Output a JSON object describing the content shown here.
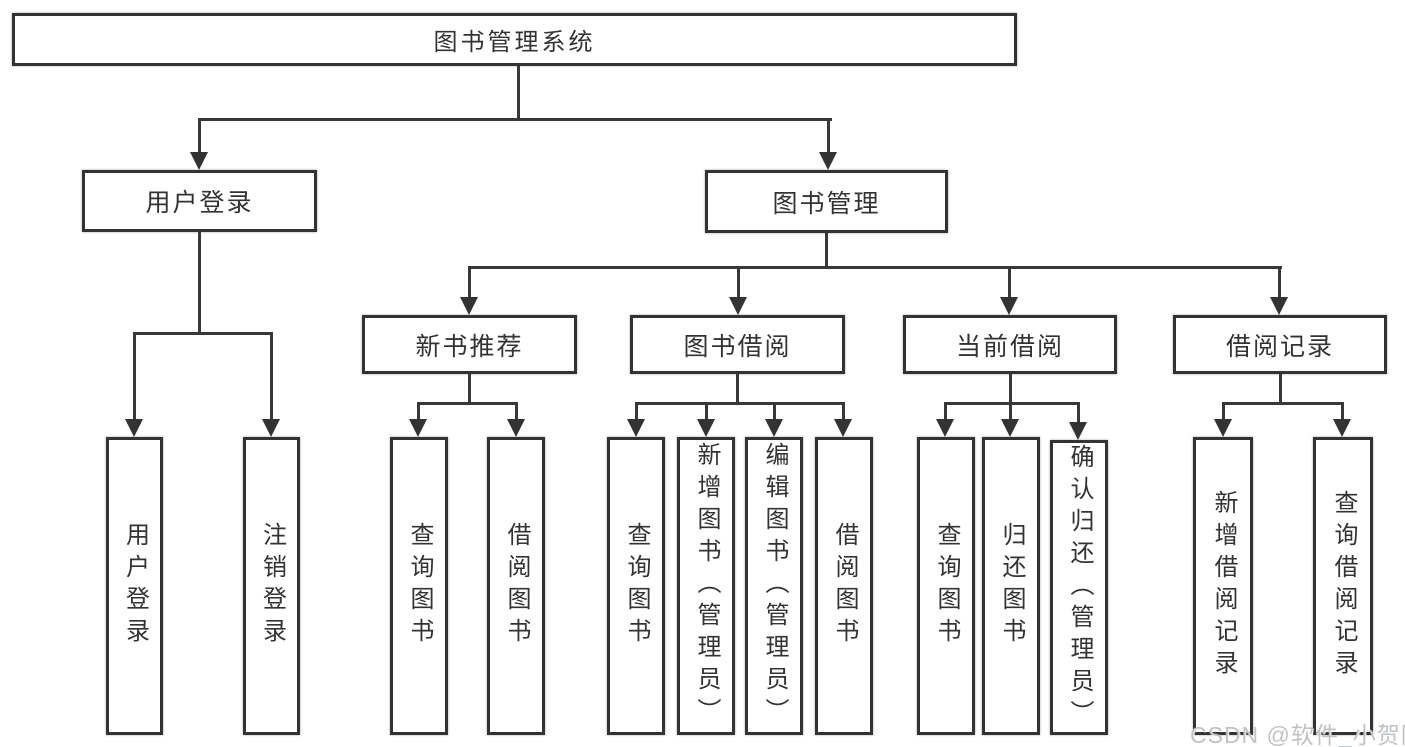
{
  "tree": {
    "root": {
      "label": "图书管理系统"
    },
    "branches": [
      {
        "label": "用户登录",
        "children": [
          {
            "label": "用户登录"
          },
          {
            "label": "注销登录"
          }
        ]
      },
      {
        "label": "图书管理",
        "children": [
          {
            "label": "新书推荐",
            "children": [
              {
                "label": "查询图书"
              },
              {
                "label": "借阅图书"
              }
            ]
          },
          {
            "label": "图书借阅",
            "children": [
              {
                "label": "查询图书"
              },
              {
                "label": "新增图书（管理员）"
              },
              {
                "label": "编辑图书（管理员）"
              },
              {
                "label": "借阅图书"
              }
            ]
          },
          {
            "label": "当前借阅",
            "children": [
              {
                "label": "查询图书"
              },
              {
                "label": "归还图书"
              },
              {
                "label": "确认归还（管理员）"
              }
            ]
          },
          {
            "label": "借阅记录",
            "children": [
              {
                "label": "新增借阅记录"
              },
              {
                "label": "查询借阅记录"
              }
            ]
          }
        ]
      }
    ]
  },
  "watermark": {
    "text": "CSDN @软件_小贺同学"
  },
  "colors": {
    "line": "#383838",
    "box_border": "#333333",
    "text": "#333333",
    "watermark": "#bfc3c6",
    "background": "#ffffff"
  }
}
